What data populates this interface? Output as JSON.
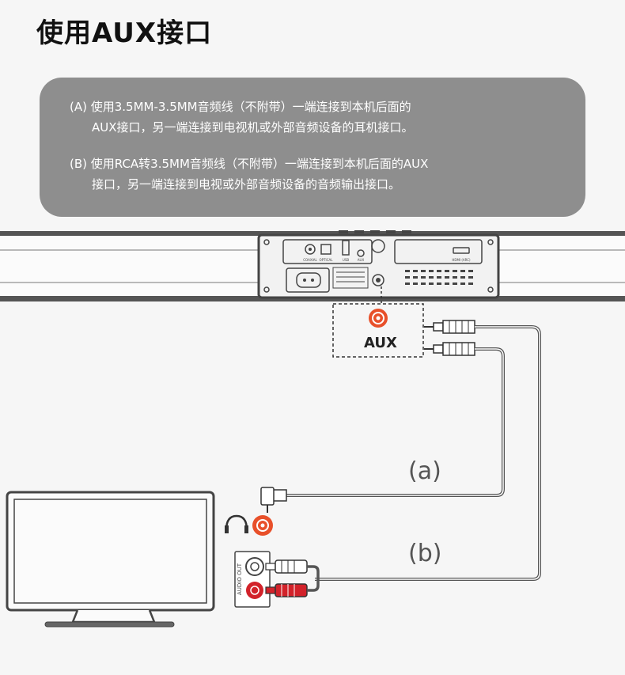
{
  "page": {
    "title": "使用AUX接口"
  },
  "instructions": {
    "a_line1": "(A) 使用3.5MM-3.5MM音频线（不附带）一端连接到本机后面的",
    "a_line2": "AUX接口，另一端连接到电视机或外部音频设备的耳机接口。",
    "b_line1": "(B) 使用RCA转3.5MM音频线（不附带）一端连接到本机后面的AUX",
    "b_line2": "接口，另一端连接到电视或外部音频设备的音频输出接口。"
  },
  "diagram": {
    "aux_label": "AUX",
    "cable_a_label": "(a)",
    "cable_b_label": "(b)",
    "audio_out_label": "AUDIO OUT",
    "panel_labels": {
      "coaxial": "COAXIAL",
      "optical": "OPTICAL",
      "usb": "USB",
      "aux": "AUX",
      "hdmi": "HDMI (ARC)"
    },
    "colors": {
      "accent_orange": "#e8502a",
      "cable": "#555555",
      "rca_red": "#d2222a"
    },
    "icons": [
      "headphone-icon",
      "headphone-jack-icon",
      "aux-jack-icon",
      "rca-white-jack-icon",
      "rca-red-jack-icon"
    ]
  }
}
